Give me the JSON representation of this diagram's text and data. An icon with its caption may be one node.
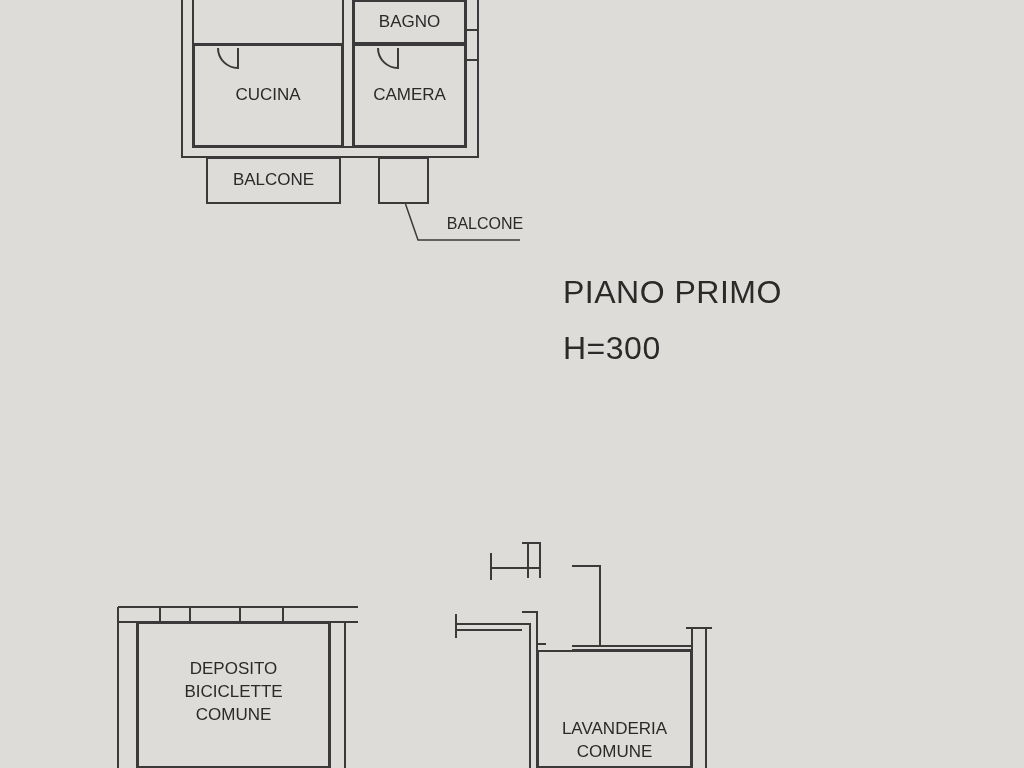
{
  "diagram": {
    "nodes": [
      {
        "text": [
          "BAGNO"
        ]
      },
      {
        "text": [
          "CUCINA"
        ]
      },
      {
        "text": [
          "CAMERA"
        ]
      },
      {
        "text": [
          "BALCONE"
        ]
      },
      {
        "text": [],
        "shape": "box"
      },
      {
        "text": [
          "BALCONE"
        ]
      },
      {
        "text": [
          "DEPOSITO BICICLETTE COMUNE"
        ]
      },
      {
        "text": [
          "LAVANDERIA COMUNE"
        ]
      }
    ],
    "edges": [
      {
        "from": 5,
        "to": 4,
        "arrow": "none"
      }
    ],
    "labels": [
      "PIANO PRIMO",
      "H=300"
    ]
  }
}
